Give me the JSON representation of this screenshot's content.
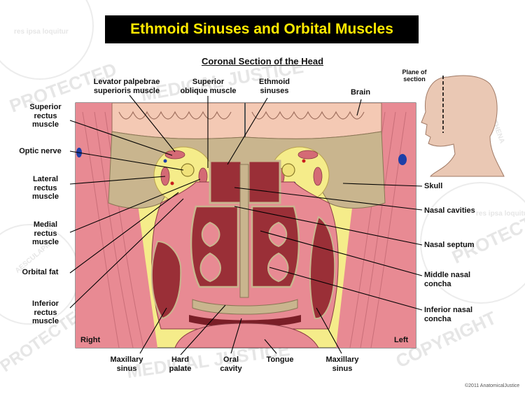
{
  "title": "Ethmoid Sinuses and Orbital Muscles",
  "subtitle": "Coronal Section of the Head",
  "labels": {
    "levator": "Levator palpebrae superioris muscle",
    "superior_oblique": "Superior oblique muscle",
    "ethmoid_sinuses": "Ethmoid sinuses",
    "brain": "Brain",
    "plane_of_section": "Plane of section",
    "superior_rectus": "Superior rectus muscle",
    "optic_nerve": "Optic nerve",
    "lateral_rectus": "Lateral rectus muscle",
    "medial_rectus": "Medial rectus muscle",
    "orbital_fat": "Orbital fat",
    "inferior_rectus": "Inferior rectus muscle",
    "skull": "Skull",
    "nasal_cavities": "Nasal cavities",
    "nasal_septum": "Nasal septum",
    "middle_nasal_concha": "Middle nasal concha",
    "inferior_nasal_concha": "Inferior nasal concha",
    "maxillary_sinus_left": "Maxillary sinus",
    "hard_palate": "Hard palate",
    "oral_cavity": "Oral cavity",
    "tongue": "Tongue",
    "maxillary_sinus_right": "Maxillary sinus",
    "right": "Right",
    "left": "Left"
  },
  "watermarks": [
    "PROTECTED",
    "MEDICAL JUSTICE",
    "COPYRIGHT",
    "res ipsa loquitur",
    "ATHENA",
    "AESCULAPIUS"
  ],
  "copyright": "©2011 AnatomicalJustice",
  "colors": {
    "title_bg": "#000000",
    "title_text": "#ffea00",
    "muscle": "#e88a93",
    "fat": "#f5ec8a",
    "bone": "#c9b58e",
    "brain": "#f4c9b4",
    "sinus": "#9a2f37",
    "vessel": "#1d3fa8"
  }
}
